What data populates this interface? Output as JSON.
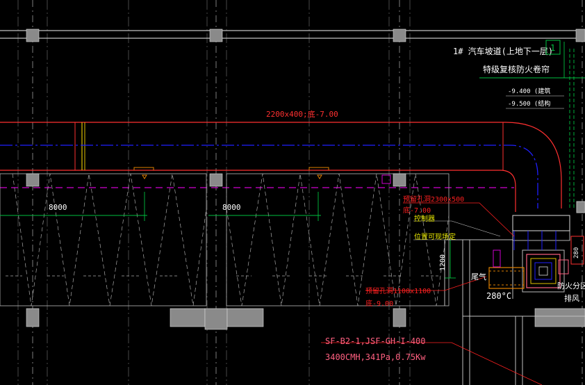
{
  "title_block": {
    "ramp_name": "1# 汽车坡道(上地下一层)",
    "door_name": "特级复核防火卷帘",
    "tag": "1",
    "level_finish": "-9.400  (建筑",
    "level_struct": "-9.500  (结构"
  },
  "duct": {
    "size_label": "2200x400;底-7.00"
  },
  "dimensions": {
    "bay_left": "8000",
    "bay_mid": "8000",
    "vertical": "1200"
  },
  "annotations": {
    "opening_upper": "预留孔洞2300x500",
    "opening_upper_elev": "底-7.00",
    "controller": "控制器",
    "field_fix": "位置可现场定",
    "opening_lower": "预留孔洞1100x1100",
    "opening_lower_elev": "底-9.00",
    "exhaust": "尾气",
    "temp": "280°C",
    "fire_zone": "防火分区",
    "exhaust_fan": "排风",
    "side_num": "280"
  },
  "equipment": {
    "fan_code": "SF-B2-1,JSF-GH-I-400",
    "fan_spec": "3400CMH,341Pa,0.75Kw"
  },
  "colors": {
    "wall": "#c0c0c0",
    "column": "#8a8a8a",
    "duct_red": "#ff3030",
    "duct_yellow": "#e0c000",
    "blue_line": "#2020ff",
    "magenta_line": "#d000d0",
    "green_line": "#00c040",
    "annotation_red": "#ff2020",
    "annotation_yellow": "#e8e800",
    "fan_pink": "#ff6080"
  }
}
